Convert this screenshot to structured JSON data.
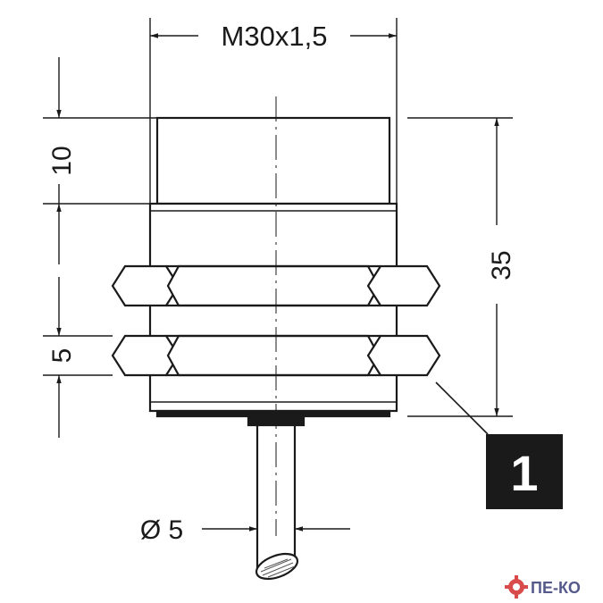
{
  "drawing": {
    "thread_label": "M30x1,5",
    "dim_front_length": "10",
    "dim_nut_height": "5",
    "dim_body_length": "35",
    "dim_cable_diameter": "Ø 5",
    "callout_number": "1"
  },
  "logo": {
    "text": "ПЕ-КО",
    "icon": "gear-icon"
  },
  "colors": {
    "line": "#1a1a1a",
    "background": "#ffffff",
    "callout_fill": "#1a1a1a",
    "callout_text": "#ffffff",
    "logo_text": "#555a8a",
    "logo_gear": "#d94a4a"
  }
}
